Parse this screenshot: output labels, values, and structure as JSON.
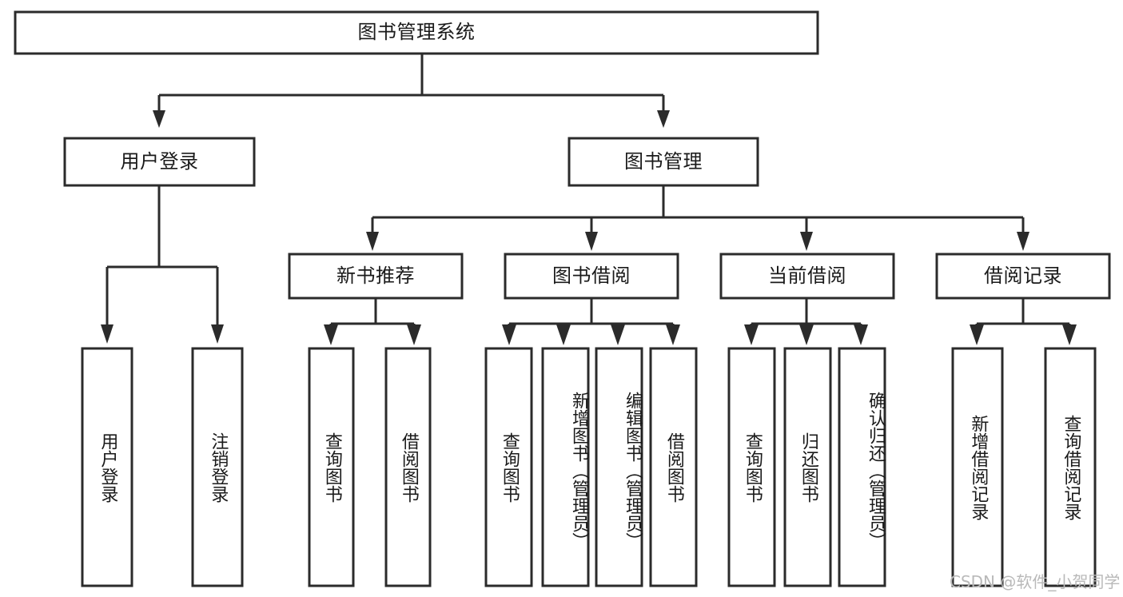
{
  "diagram": {
    "type": "tree-hierarchy",
    "title": "图书管理系统",
    "watermark": "CSDN @软件_小贺同学",
    "colors": {
      "background": "#ffffff",
      "box_stroke": "#2b2b2b",
      "box_fill": "#ffffff",
      "text": "#1a1a1a",
      "watermark": "#b9b9b9"
    },
    "root": {
      "label": "图书管理系统",
      "orientation": "horizontal"
    },
    "level2": [
      {
        "label": "用户登录",
        "orientation": "horizontal"
      },
      {
        "label": "图书管理",
        "orientation": "horizontal"
      }
    ],
    "level3": [
      {
        "label": "新书推荐",
        "orientation": "horizontal"
      },
      {
        "label": "图书借阅",
        "orientation": "horizontal"
      },
      {
        "label": "当前借阅",
        "orientation": "horizontal"
      },
      {
        "label": "借阅记录",
        "orientation": "horizontal"
      }
    ],
    "leaves": {
      "user_login": [
        {
          "label": "用户登录",
          "orientation": "vertical"
        },
        {
          "label": "注销登录",
          "orientation": "vertical"
        }
      ],
      "new_book_recommend": [
        {
          "label": "查询图书",
          "orientation": "vertical"
        },
        {
          "label": "借阅图书",
          "orientation": "vertical"
        }
      ],
      "book_borrow": [
        {
          "label": "查询图书",
          "orientation": "vertical"
        },
        {
          "label": "新增图书（管理员）",
          "orientation": "vertical"
        },
        {
          "label": "编辑图书（管理员）",
          "orientation": "vertical"
        },
        {
          "label": "借阅图书",
          "orientation": "vertical"
        }
      ],
      "current_borrow": [
        {
          "label": "查询图书",
          "orientation": "vertical"
        },
        {
          "label": "归还图书",
          "orientation": "vertical"
        },
        {
          "label": "确认归还（管理员）",
          "orientation": "vertical"
        }
      ],
      "borrow_record": [
        {
          "label": "新增借阅记录",
          "orientation": "vertical"
        },
        {
          "label": "查询借阅记录",
          "orientation": "vertical"
        }
      ]
    }
  }
}
